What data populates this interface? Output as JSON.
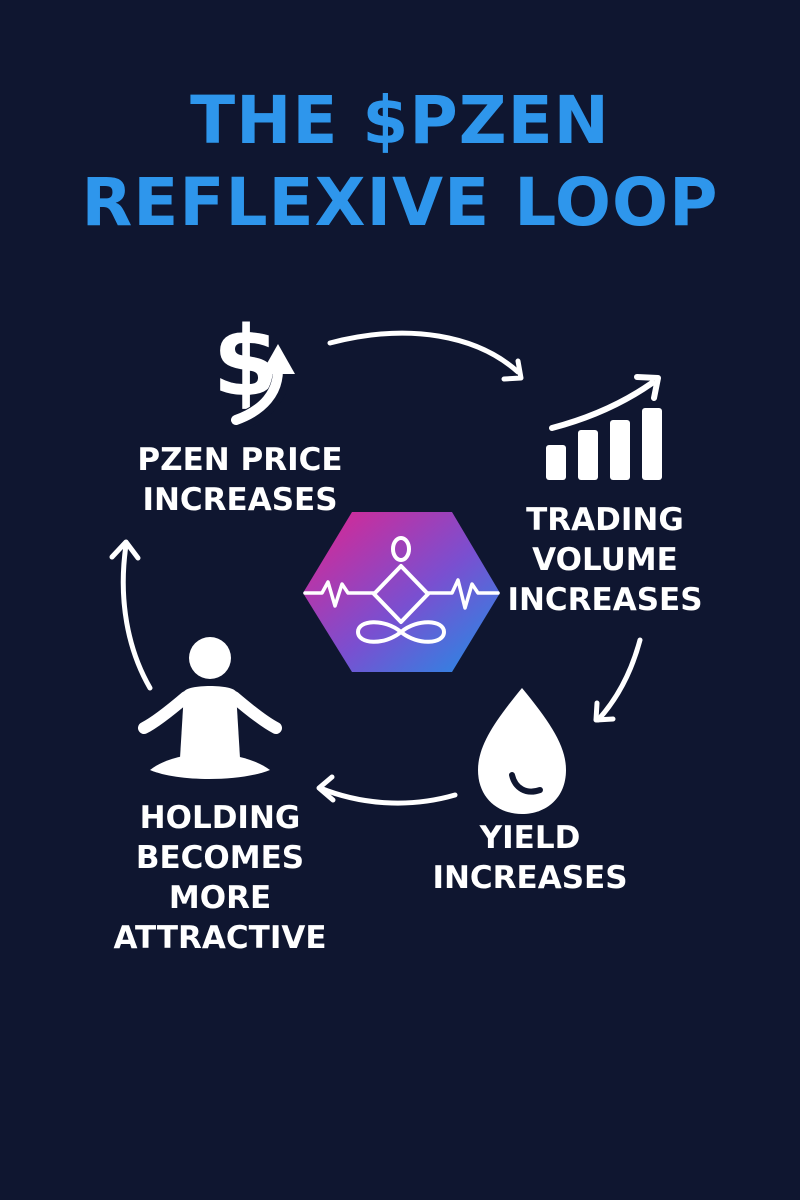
{
  "title": {
    "line1": "THE $PZEN",
    "line2": "REFLEXIVE LOOP"
  },
  "steps": [
    {
      "lines": [
        "PZEN PRICE",
        "INCREASES"
      ],
      "icon": "dollar-up-arrow-icon"
    },
    {
      "lines": [
        "TRADING",
        "VOLUME",
        "INCREASES"
      ],
      "icon": "bar-chart-trend-icon"
    },
    {
      "lines": [
        "YIELD",
        "INCREASES"
      ],
      "icon": "droplet-icon"
    },
    {
      "lines": [
        "HOLDING",
        "BECOMES",
        "MORE",
        "ATTRACTIVE"
      ],
      "icon": "meditating-person-icon"
    }
  ],
  "center_logo": {
    "icon": "pzen-hexagon-logo-icon",
    "gradient_from": "#e0248e",
    "gradient_to": "#1f8fe6"
  },
  "colors": {
    "background": "#0f1630",
    "title": "#2e96ec",
    "text": "#ffffff"
  }
}
